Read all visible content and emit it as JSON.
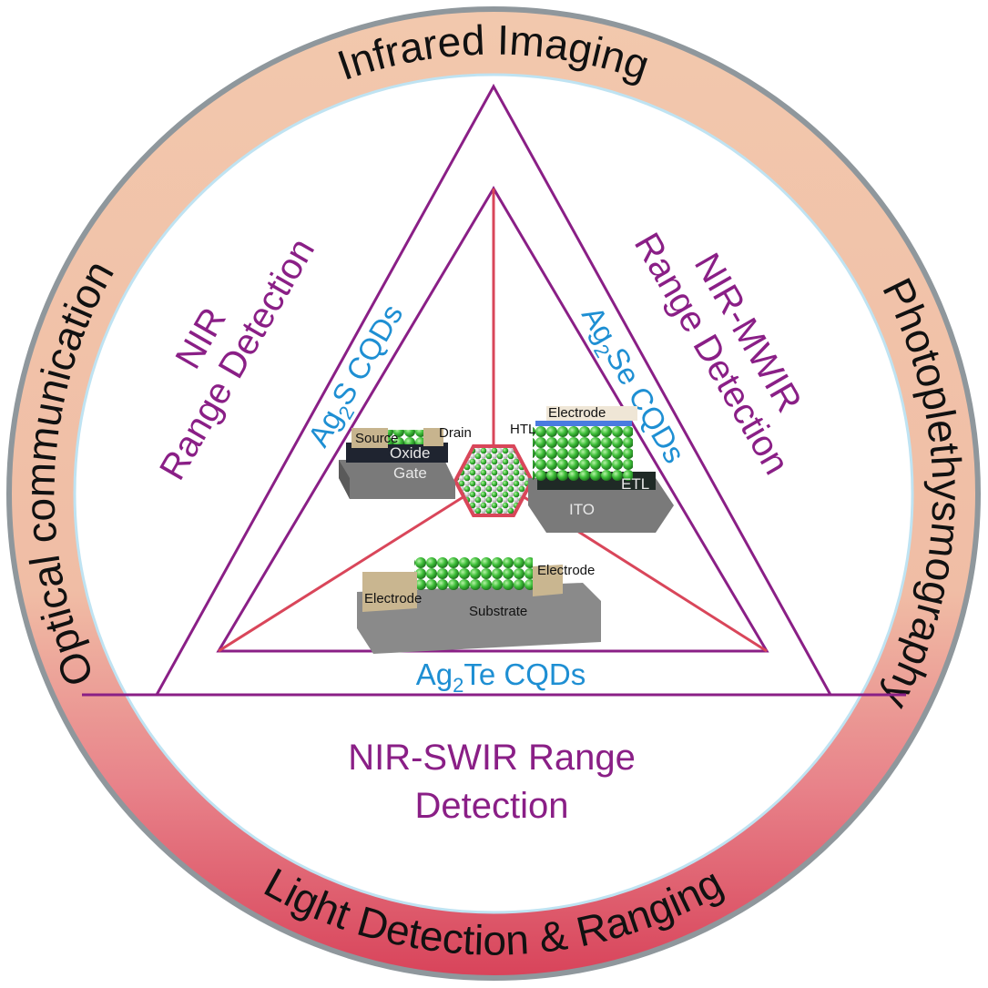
{
  "ring_labels": {
    "top": "Infrared Imaging",
    "right": "Photoplethysmography",
    "bottom": "Light Detection & Ranging",
    "left": "Optical communication"
  },
  "regions": {
    "left": {
      "line1": "NIR",
      "line2": "Range Detection"
    },
    "right": {
      "line1": "NIR-MWIR",
      "line2": "Range Detection"
    },
    "bottom": {
      "line1": "NIR-SWIR Range",
      "line2": "Detection"
    }
  },
  "cqds": {
    "ag2s": {
      "prefix": "Ag",
      "sub": "2",
      "suffix": "S CQDs"
    },
    "ag2se": {
      "prefix": "Ag",
      "sub": "2",
      "suffix": "Se CQDs"
    },
    "ag2te": {
      "prefix": "Ag",
      "sub": "2",
      "suffix": "Te CQDs"
    }
  },
  "devices": {
    "transistor": {
      "source": "Source",
      "drain": "Drain",
      "oxide": "Oxide",
      "gate": "Gate"
    },
    "photodiode": {
      "electrode": "Electrode",
      "htl": "HTL",
      "etl": "ETL",
      "ito": "ITO"
    },
    "photoconductor": {
      "electrode_left": "Electrode",
      "electrode_right": "Electrode",
      "substrate": "Substrate"
    }
  },
  "colors": {
    "purple": "#8a1f86",
    "blue": "#1e8fd3",
    "red": "#d9465a",
    "peach": "#f2c7ab"
  }
}
